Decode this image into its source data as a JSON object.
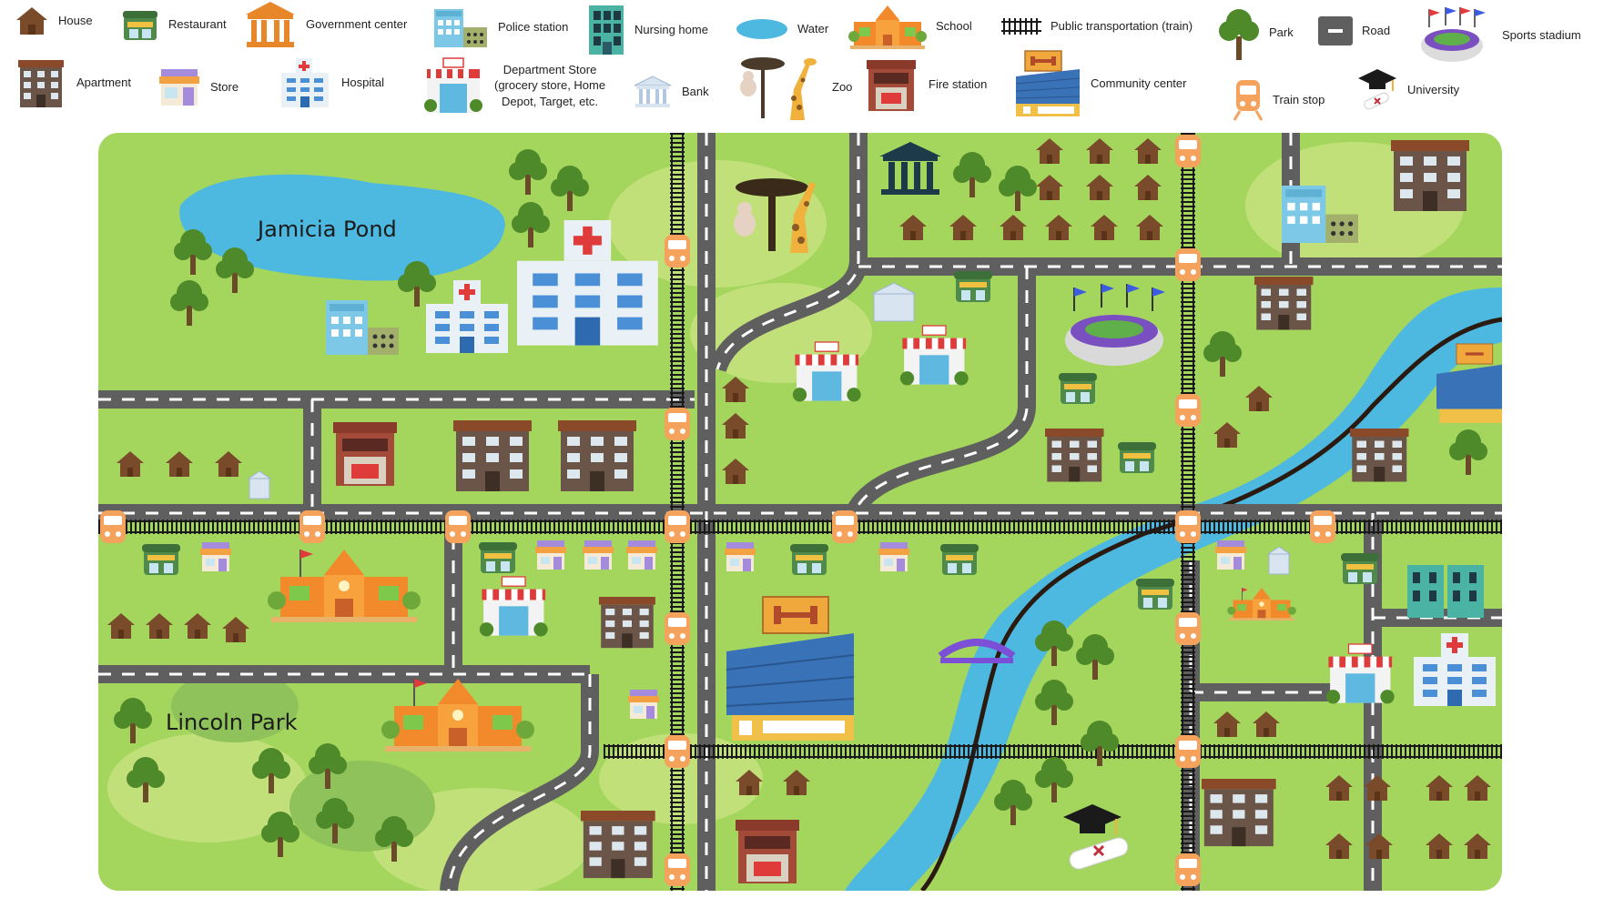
{
  "legend": {
    "items": [
      {
        "icon": "house-icon",
        "label": "House"
      },
      {
        "icon": "restaurant-icon",
        "label": "Restaurant"
      },
      {
        "icon": "government-center-icon",
        "label": "Government center"
      },
      {
        "icon": "police-station-icon",
        "label": "Police station"
      },
      {
        "icon": "nursing-home-icon",
        "label": "Nursing home"
      },
      {
        "icon": "water-icon",
        "label": "Water"
      },
      {
        "icon": "school-icon",
        "label": "School"
      },
      {
        "icon": "train-track-icon",
        "label": "Public transportation (train)"
      },
      {
        "icon": "park-tree-icon",
        "label": "Park"
      },
      {
        "icon": "road-icon",
        "label": "Road"
      },
      {
        "icon": "sports-stadium-icon",
        "label": "Sports stadium"
      },
      {
        "icon": "apartment-icon",
        "label": "Apartment"
      },
      {
        "icon": "store-icon",
        "label": "Store"
      },
      {
        "icon": "hospital-icon",
        "label": "Hospital"
      },
      {
        "icon": "department-store-icon",
        "label": "Department Store\n(grocery store, Home\nDepot, Target, etc."
      },
      {
        "icon": "bank-icon",
        "label": "Bank"
      },
      {
        "icon": "zoo-icon",
        "label": "Zoo"
      },
      {
        "icon": "fire-station-icon",
        "label": "Fire station"
      },
      {
        "icon": "community-center-icon",
        "label": "Community center"
      },
      {
        "icon": "train-stop-icon",
        "label": "Train stop"
      },
      {
        "icon": "university-icon",
        "label": "University"
      }
    ]
  },
  "map": {
    "labels": {
      "pond": "Jamicia Pond",
      "park": "Lincoln Park"
    },
    "colors": {
      "grass": "#a4d65e",
      "light_grass": "#c2e07a",
      "water": "#4db8e0",
      "road": "#5f5f5f",
      "road_dash": "#ffffff",
      "track": "#1a1a1a",
      "house": "#7a4b2a",
      "tree": "#4f8a2a",
      "train": "#f5a25d",
      "bridge": "#7b4fd6"
    }
  }
}
